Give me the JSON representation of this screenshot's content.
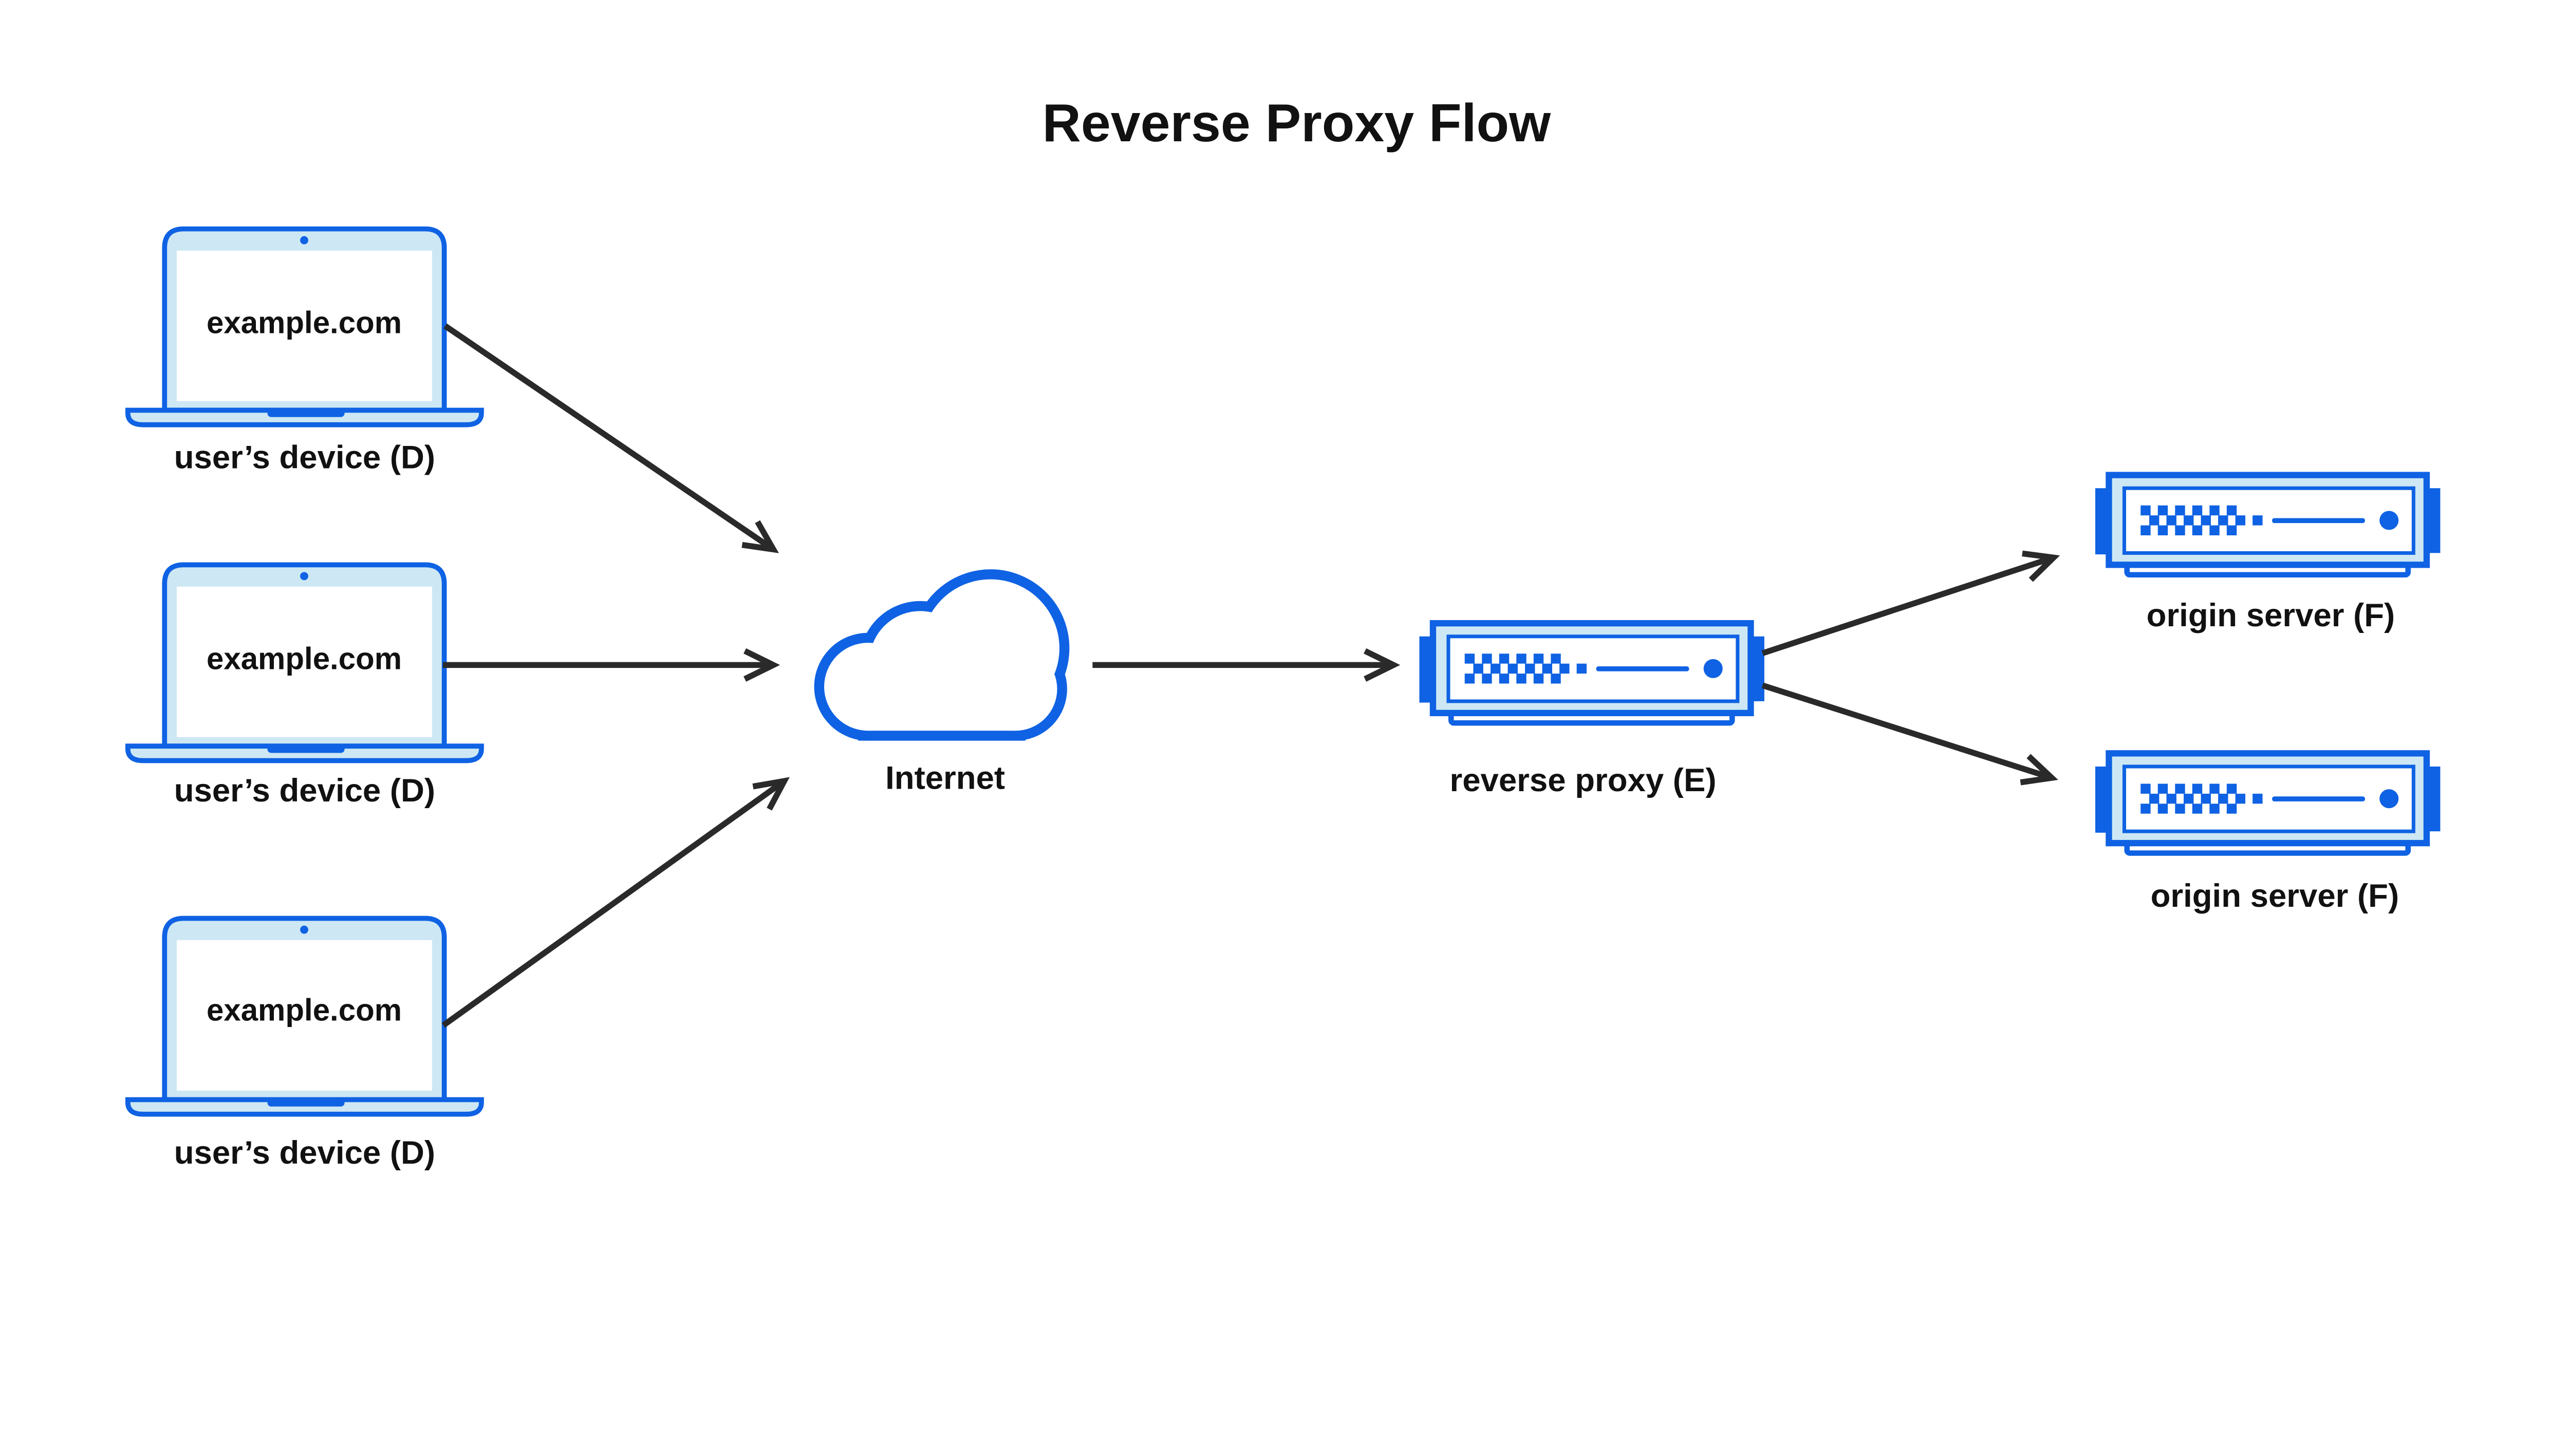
{
  "title": "Reverse Proxy Flow",
  "colors": {
    "primary_blue": "#0f62e3",
    "light_blue": "#cde8f4",
    "arrow": "#2a2a2a",
    "text": "#111111",
    "background": "#ffffff"
  },
  "user_devices": [
    {
      "screen_text": "example.com",
      "label": "user’s device (D)"
    },
    {
      "screen_text": "example.com",
      "label": "user’s device (D)"
    },
    {
      "screen_text": "example.com",
      "label": "user’s device (D)"
    }
  ],
  "internet": {
    "label": "Internet",
    "icon": "cloud-icon"
  },
  "reverse_proxy": {
    "label": "reverse proxy (E)",
    "icon": "server-icon"
  },
  "origin_servers": [
    {
      "label": "origin server (F)",
      "icon": "server-icon"
    },
    {
      "label": "origin server (F)",
      "icon": "server-icon"
    }
  ],
  "flows": [
    {
      "from": "user-device-1",
      "to": "internet"
    },
    {
      "from": "user-device-2",
      "to": "internet"
    },
    {
      "from": "user-device-3",
      "to": "internet"
    },
    {
      "from": "internet",
      "to": "reverse-proxy"
    },
    {
      "from": "reverse-proxy",
      "to": "origin-server-1"
    },
    {
      "from": "reverse-proxy",
      "to": "origin-server-2"
    }
  ]
}
